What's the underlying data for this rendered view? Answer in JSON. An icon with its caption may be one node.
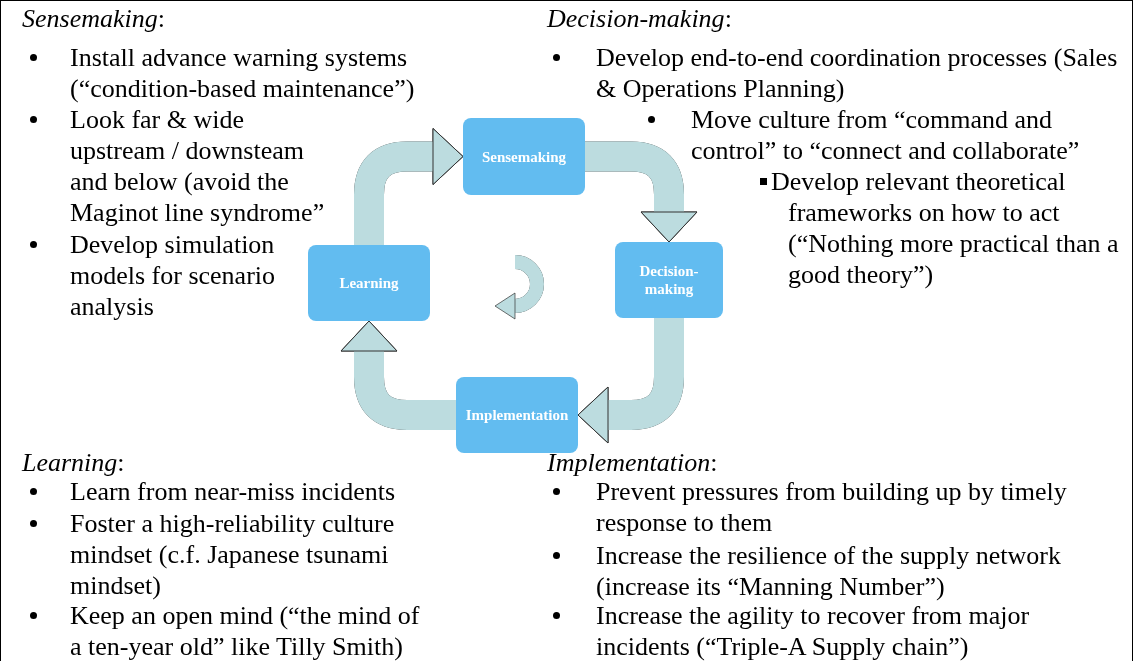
{
  "diagram": {
    "nodes": [
      {
        "text": [
          "Sensemaking"
        ]
      },
      {
        "text": [
          "Decision-making"
        ]
      },
      {
        "text": [
          "Implementation"
        ]
      },
      {
        "text": [
          "Learning"
        ]
      }
    ],
    "edges": [
      {
        "from": 3,
        "to": 0,
        "arrow": "to"
      },
      {
        "from": 0,
        "to": 1,
        "arrow": "to"
      },
      {
        "from": 1,
        "to": 2,
        "arrow": "to"
      },
      {
        "from": 2,
        "to": 3,
        "arrow": "to"
      }
    ],
    "labels": [
      "*Sensemaking*:",
      "Install advance warning systems (“condition-based maintenance”)",
      "Look far & wide upstream / downsteam and below (avoid the Maginot line syndrome”",
      "Develop simulation models for scenario analysis",
      "*Decision-making*:",
      "Develop end-to-end coordination processes (Sales & Operations Planning)",
      "Move culture from “command and control” to “connect and collaborate”",
      "Develop relevant theoretical frameworks on how to act (“Nothing more practical than a good theory”)",
      "*Learning*:",
      "Learn from near-miss incidents",
      "Foster a high-reliability culture mindset (c.f. Japanese tsunami mindset)",
      "Keep an open mind (“the mind of a ten-year old” like Tilly Smith)",
      "*Implementation*:",
      "Prevent pressures from building up by timely response to them",
      "Increase the resilience of the supply network (increase its “Manning Number”)",
      "Increase the agility to recover from major incidents (“Triple-A Supply chain”)"
    ]
  }
}
